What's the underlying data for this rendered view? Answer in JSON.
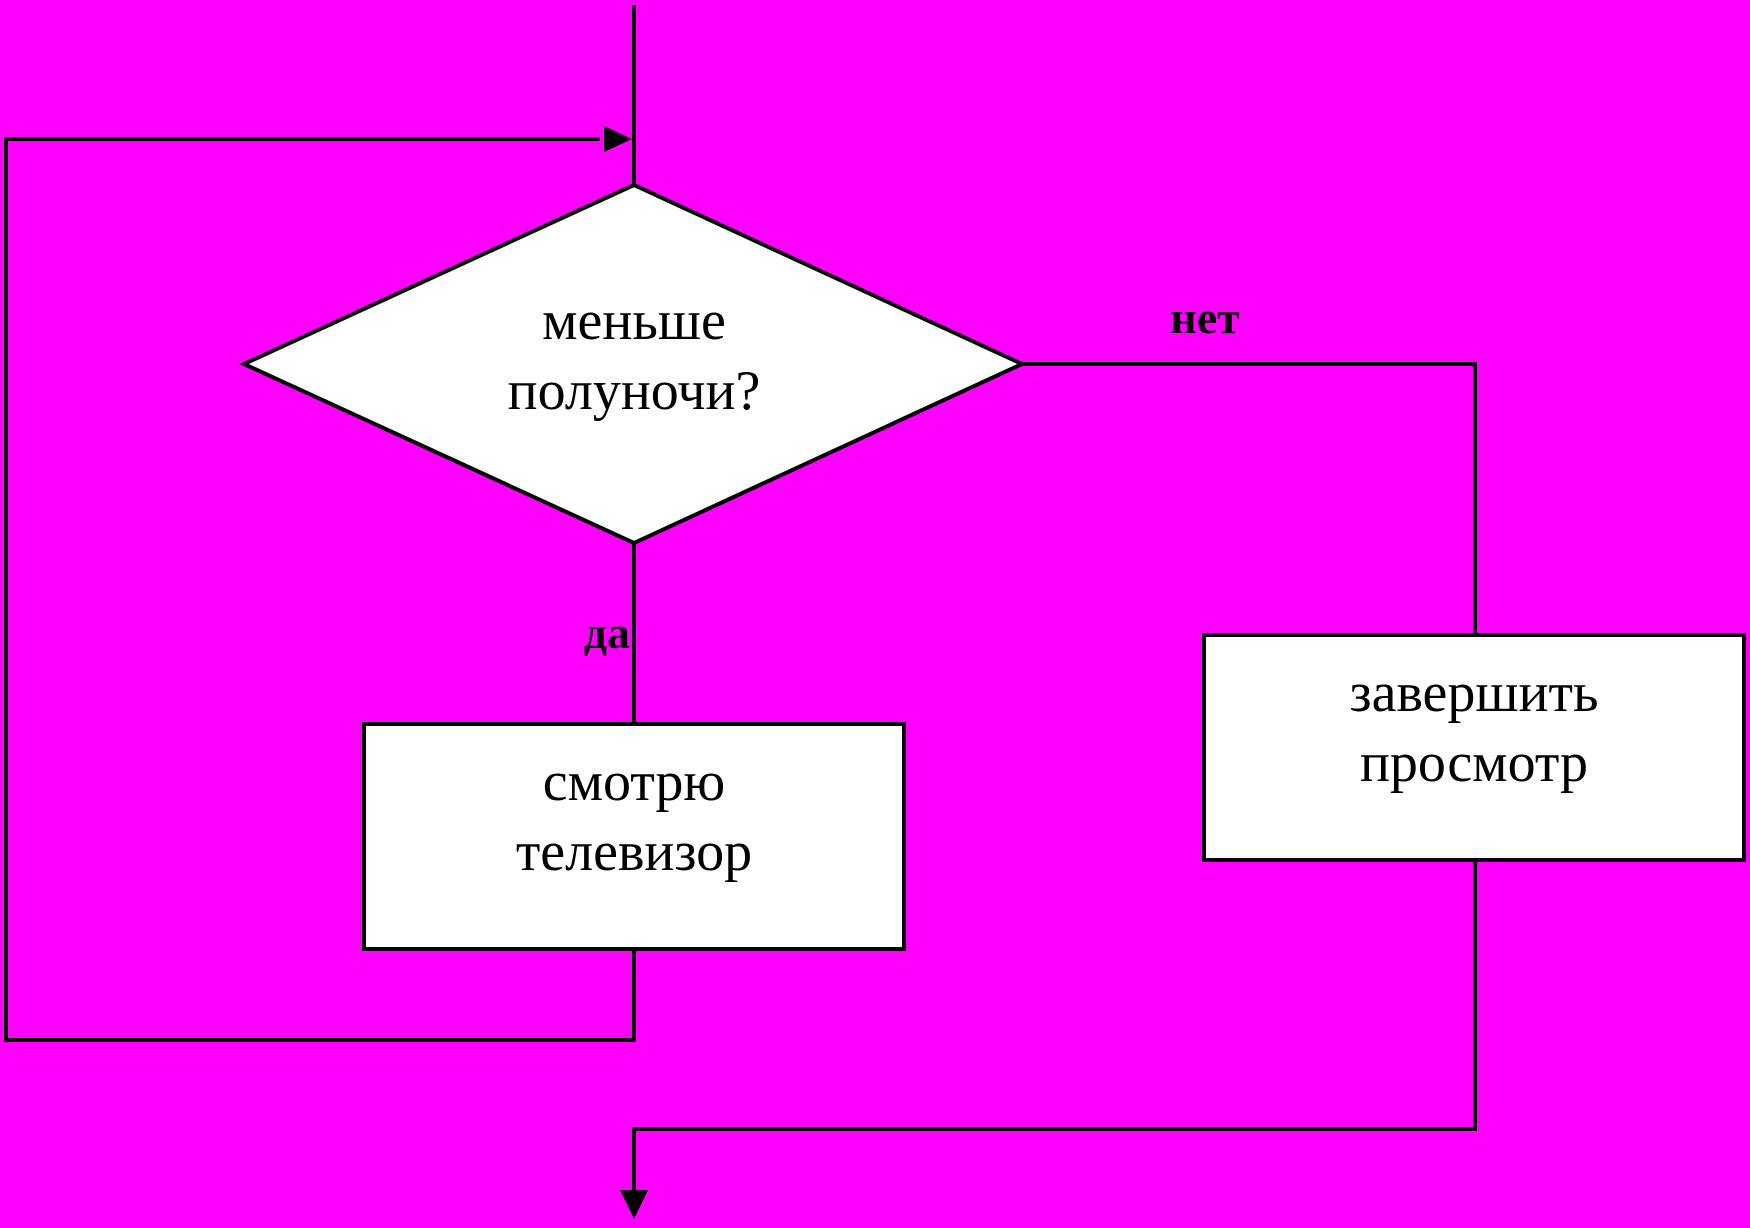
{
  "colors": {
    "background": "#ff00ff",
    "shape_fill": "#ffffff",
    "line": "#000000"
  },
  "nodes": {
    "decision": {
      "line1": "меньше",
      "line2": "полуночи?"
    },
    "process_yes": {
      "line1": "смотрю",
      "line2": "телевизор"
    },
    "process_no": {
      "line1": "завершить",
      "line2": "просмотр"
    }
  },
  "edges": {
    "yes_label": "да",
    "no_label": "нет"
  }
}
